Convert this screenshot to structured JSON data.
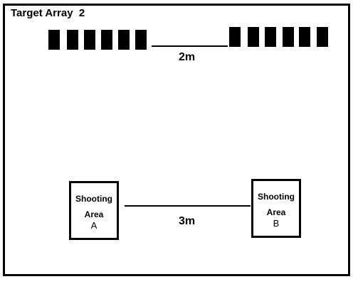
{
  "diagram": {
    "title": "Target Array  2",
    "target_distance_label": "2m",
    "area_distance_label": "3m",
    "left_target_group_count": 6,
    "right_target_group_count": 6,
    "shooting_areas": [
      {
        "line1": "Shooting",
        "line2": "Area",
        "letter": "A"
      },
      {
        "line1": "Shooting",
        "line2": "Area",
        "letter": "B"
      }
    ],
    "colors": {
      "stroke": "#000000",
      "background": "#ffffff"
    }
  }
}
